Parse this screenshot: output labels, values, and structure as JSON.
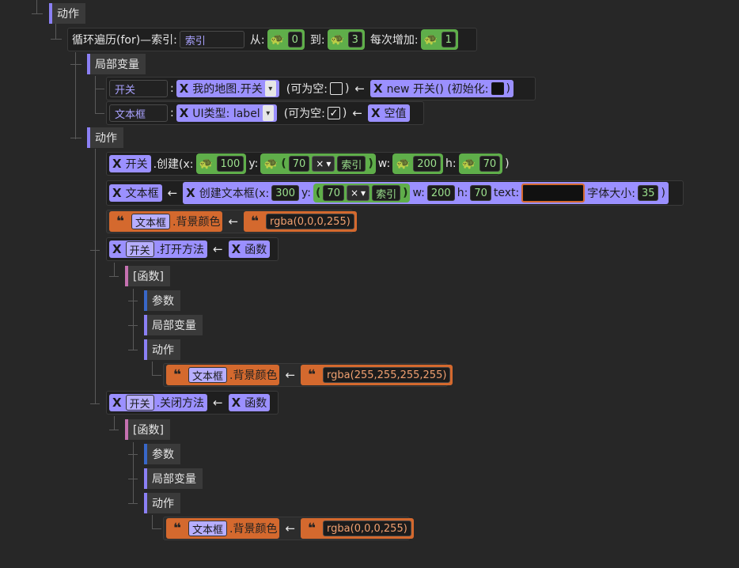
{
  "sections": {
    "top_action": "动作",
    "local_vars": "局部变量",
    "loop_action": "动作",
    "func_open": "[函数]",
    "params_open": "参数",
    "locals_open": "局部变量",
    "action_open": "动作",
    "func_close": "[函数]",
    "params_close": "参数",
    "locals_close": "局部变量",
    "action_close": "动作"
  },
  "loop": {
    "label": "循环遍历(for)—索引:",
    "index_var": "索引",
    "from_label": "从:",
    "from_value": "0",
    "to_label": "到:",
    "to_value": "3",
    "step_label": "每次增加:",
    "step_value": "1"
  },
  "var1": {
    "name": "开关",
    "colon": ":",
    "type": "我的地图.开关",
    "nullable_label": "(可为空:",
    "nullable_checked": false,
    "close": ")",
    "init": "new 开关() (初始化:",
    "init_close": ")"
  },
  "var2": {
    "name": "文本框",
    "colon": ":",
    "type": "UI类型: label",
    "nullable_label": "(可为空:",
    "nullable_checked": true,
    "close": ")",
    "init": "空值"
  },
  "create_switch": {
    "obj": "开关",
    "method": ".创建(x:",
    "x": "100",
    "y_label": "y:",
    "y_a": "70",
    "op": "×",
    "y_b": "索引",
    "w_label": "w:",
    "w": "200",
    "h_label": "h:",
    "h": "70",
    "close": ")"
  },
  "create_text": {
    "target": "文本框",
    "func": "创建文本框(x:",
    "x": "300",
    "y_label": "y:",
    "y_a": "70",
    "op": "×",
    "y_b": "索引",
    "w_label": "w:",
    "w": "200",
    "h_label": "h:",
    "h": "70",
    "text_label": "text:",
    "text_value": "",
    "size_label": "字体大小:",
    "size": "35",
    "close": ")"
  },
  "bg1": {
    "obj": "文本框",
    "prop": ".背景颜色",
    "value": "rgba(0,0,0,255)"
  },
  "open_method": {
    "obj": "开关",
    "prop": ".打开方法",
    "value": "函数"
  },
  "bg2": {
    "obj": "文本框",
    "prop": ".背景颜色",
    "value": "rgba(255,255,255,255)"
  },
  "close_method": {
    "obj": "开关",
    "prop": ".关闭方法",
    "value": "函数"
  },
  "bg3": {
    "obj": "文本框",
    "prop": ".背景颜色",
    "value": "rgba(0,0,0,255)"
  },
  "symbols": {
    "arrow": "←",
    "x_icon": "X",
    "quote_icon": "❝",
    "turtle_icon": "🐢",
    "dropdown_icon": "▾",
    "paren_open": "(",
    "paren_close": ")"
  },
  "colors": {
    "purple": "#9b90ff",
    "green": "#5fae4a",
    "orange": "#d4692e",
    "blue": "#3867c8",
    "pink": "#c571b0"
  }
}
